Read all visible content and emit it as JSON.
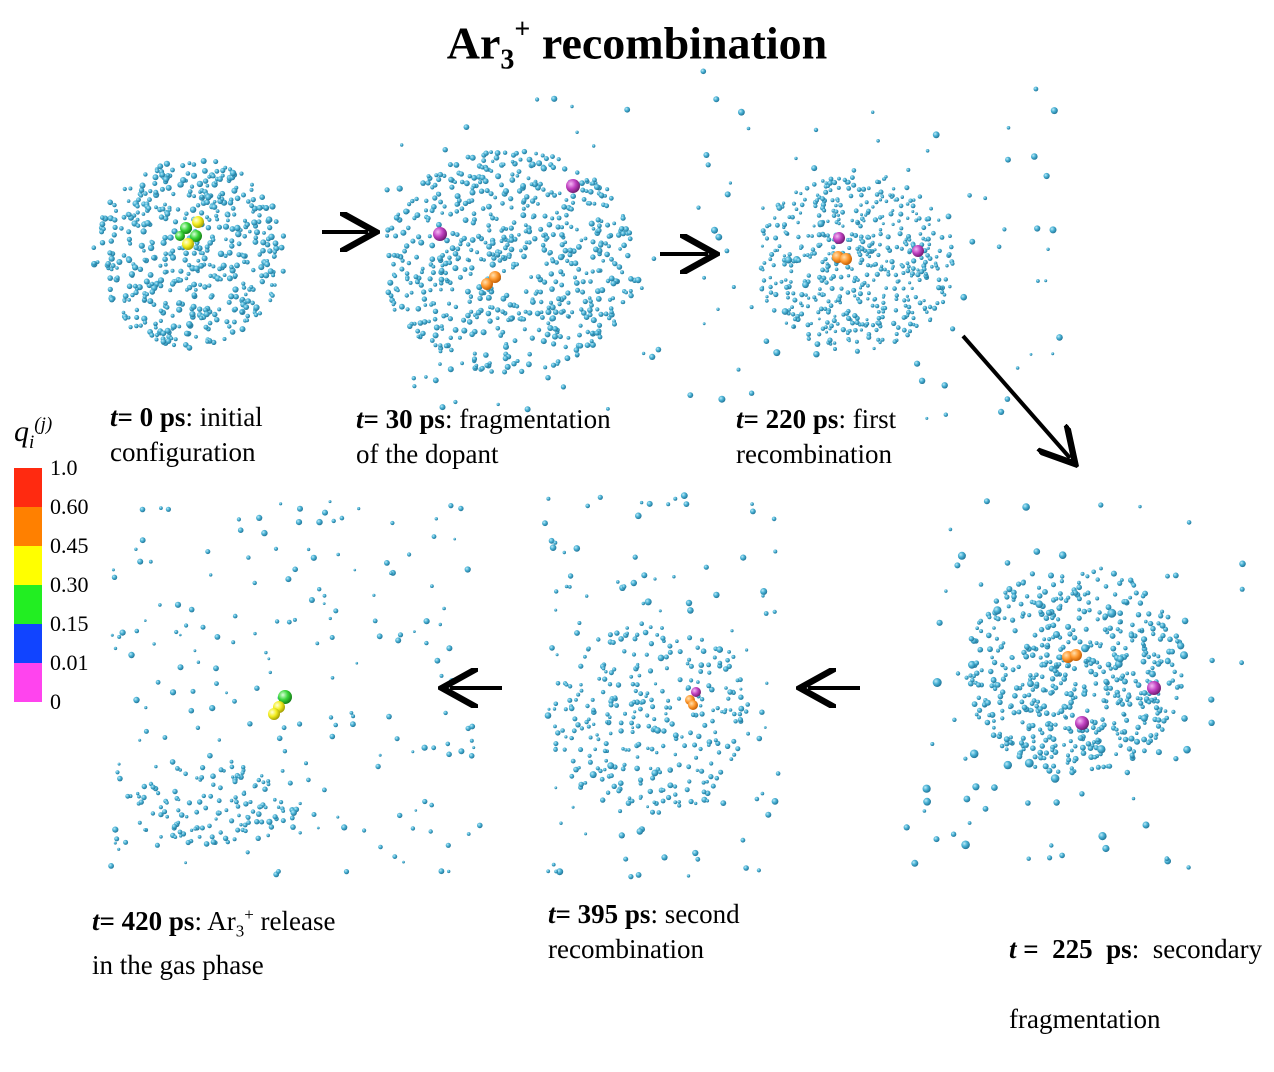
{
  "title": {
    "main": "Ar",
    "sub": "3",
    "sup": "+",
    "rest": " recombination"
  },
  "panels": [
    {
      "id": "p0",
      "time_label": "t",
      "time_value": "= 0 ps",
      "text_line1": ": initial",
      "text_line2": "configuration"
    },
    {
      "id": "p30",
      "time_label": "t",
      "time_value": "= 30 ps",
      "text_line1": ": fragmentation",
      "text_line2": "of the dopant"
    },
    {
      "id": "p220",
      "time_label": "t",
      "time_value": "= 220 ps",
      "text_line1": ": first",
      "text_line2": "recombination"
    },
    {
      "id": "p225",
      "time_label": "t",
      "time_value": " =  225  ps",
      "text_line1": ":  secondary",
      "text_line2": "fragmentation"
    },
    {
      "id": "p395",
      "time_label": "t",
      "time_value": "= 395 ps",
      "text_line1": ": second",
      "text_line2": "recombination"
    },
    {
      "id": "p420",
      "time_label": "t",
      "time_value": "= 420 ps",
      "text_line1_a": ": Ar",
      "text_line1_sub": "3",
      "text_line1_sup": "+",
      "text_line1_b": " release",
      "text_line2": "in the gas phase"
    }
  ],
  "legend": {
    "title_q": "q",
    "title_sub": "i",
    "title_sup": "(j)",
    "bins": [
      {
        "color": "#ff2a10"
      },
      {
        "color": "#ff8000"
      },
      {
        "color": "#ffff00"
      },
      {
        "color": "#22ee22"
      },
      {
        "color": "#1144ff"
      },
      {
        "color": "#ff44ee"
      }
    ],
    "labels": [
      "1.0",
      "0.60",
      "0.45",
      "0.30",
      "0.15",
      "0.01",
      "0"
    ]
  },
  "colors": {
    "atom": "#4ab3d6",
    "atom_dark": "#1e7fa6",
    "dopant_orange": "#ff8c1a",
    "dopant_magenta": "#c040c0",
    "dopant_yellow": "#f3ee20",
    "dopant_green": "#3bd63b",
    "arrow": "#000000"
  }
}
